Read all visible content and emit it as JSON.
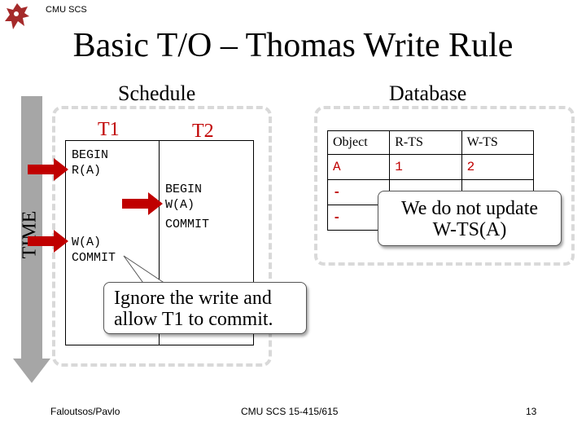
{
  "header": {
    "org": "CMU SCS"
  },
  "slide": {
    "title": "Basic T/O – Thomas Write Rule",
    "schedule_label": "Schedule",
    "database_label": "Database",
    "time_label": "TIME"
  },
  "schedule": {
    "t1_header": "T1",
    "t2_header": "T2",
    "t1_ops": [
      "BEGIN",
      "R(A)",
      "W(A)",
      "COMMIT"
    ],
    "t2_ops": [
      "BEGIN",
      "W(A)",
      "COMMIT"
    ]
  },
  "database": {
    "columns": [
      "Object",
      "R-TS",
      "W-TS"
    ],
    "rows": [
      [
        "A",
        "1",
        "2"
      ],
      [
        "-",
        "",
        ""
      ],
      [
        "-",
        "",
        ""
      ]
    ]
  },
  "callouts": {
    "right_line1": "We do not update",
    "right_line2": "W-TS(A)",
    "bottom_line1": "Ignore the write and",
    "bottom_line2": "allow T1 to commit."
  },
  "footer": {
    "left": "Faloutsos/Pavlo",
    "center": "CMU SCS 15-415/615",
    "page": "13"
  },
  "colors": {
    "accent_red": "#c00000",
    "arrow_gray": "#a6a6a6",
    "dash_gray": "#d9d9d9"
  }
}
